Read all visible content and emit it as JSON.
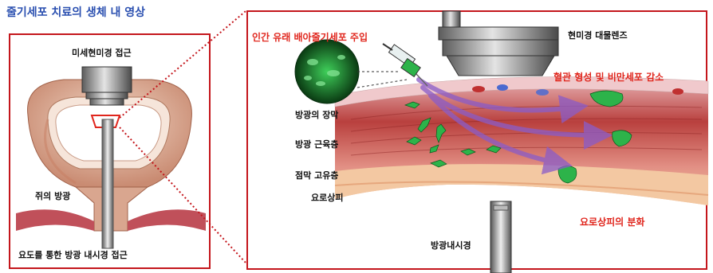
{
  "title": "줄기세포 치료의 생체 내 영상",
  "left_panel": {
    "microscope_label": "미세현미경 접근",
    "bladder_label": "쥐의 방광",
    "bottom_label": "요도를 통한 방광 내시경 접근"
  },
  "right_panel": {
    "injection_label": "인간 유래 배아줄기세포 주입",
    "objective_label": "현미경 대물렌즈",
    "vessel_label": "혈관 형성 및 비만세포 감소",
    "layers": [
      "방광의 장막",
      "방광 근육층",
      "점막 고유층",
      "요로상피"
    ],
    "urothelium_label": "요로상피의 분화",
    "endoscope_label": "방광내시경"
  },
  "colors": {
    "frame_red": "#c4161c",
    "title_blue": "#2a4fb0",
    "annotation_red": "#e0261d",
    "stem_cell_green": "#2db34a",
    "tissue_pink": "#e8a08a",
    "arrow_purple": "#8a5cc8"
  }
}
